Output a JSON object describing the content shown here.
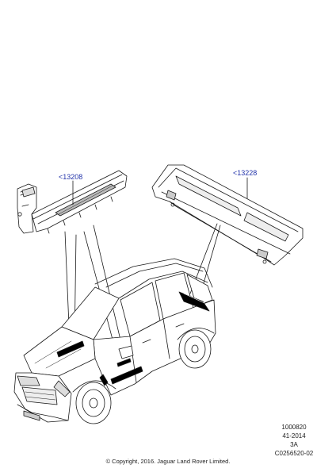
{
  "callouts": {
    "left": "<13208",
    "right": "<13228"
  },
  "meta": {
    "drawing_number": "1000820",
    "date_code": "41-2014",
    "revision": "3A",
    "illustration_id": "C0256520-02"
  },
  "copyright": "© Copyright, 2016. Jaguar Land Rover Limited.",
  "colors": {
    "callout": "#2233aa",
    "line": "#1a1a1a",
    "fill_dark": "#000000"
  }
}
